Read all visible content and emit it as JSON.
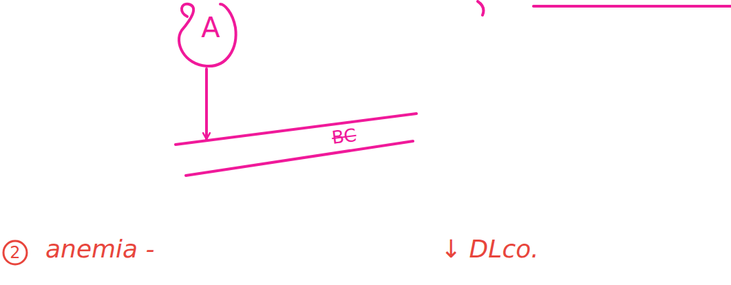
{
  "diagram": {
    "nodes": [
      {
        "text": [
          "A"
        ]
      },
      {
        "text": [
          "BC"
        ]
      }
    ],
    "edges": [
      {
        "from": 0,
        "to": 1,
        "arrow": "to"
      }
    ],
    "labels": [
      "2",
      "anemia -",
      "↓ DLco."
    ]
  }
}
